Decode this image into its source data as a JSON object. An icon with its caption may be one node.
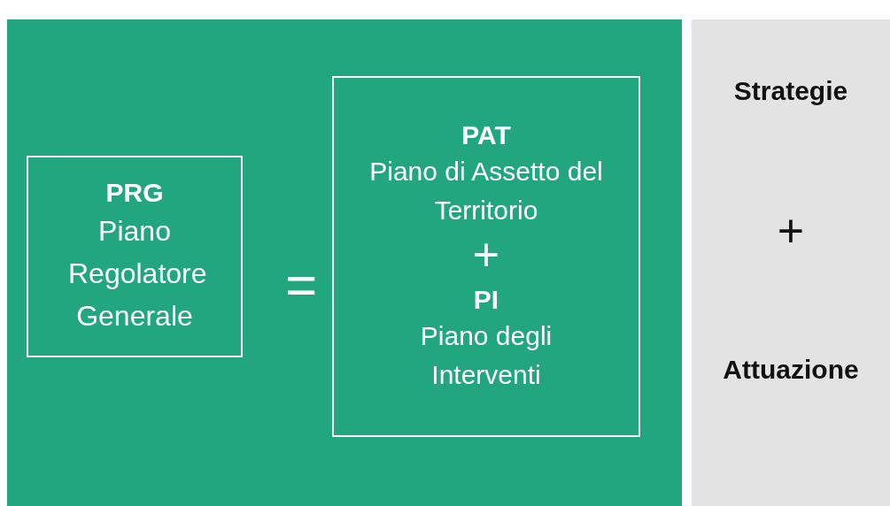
{
  "diagram": {
    "nodes": [
      {
        "text": [],
        "shape": "box"
      },
      {
        "text": [
          "PRG",
          "Piano Regolatore Generale"
        ],
        "in": 0
      },
      {
        "text": [
          "PAT",
          "Piano di Assetto del Territorio",
          "+",
          "PI",
          "Piano degli Interventi"
        ],
        "in": 0
      },
      {
        "text": [
          "Strategie",
          "+",
          "Attuazione"
        ]
      }
    ],
    "edges": [],
    "labels": [
      "="
    ]
  }
}
